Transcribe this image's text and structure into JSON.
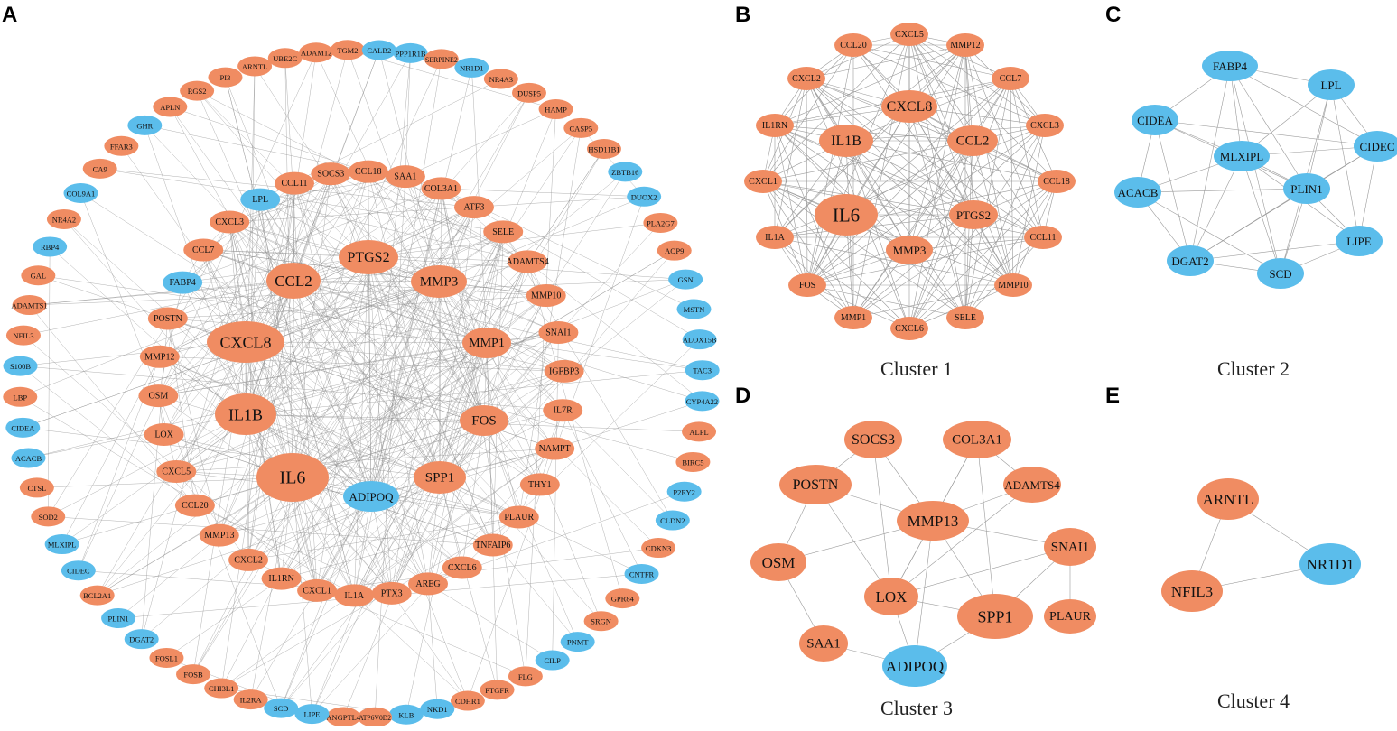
{
  "colors": {
    "up": "#F08C62",
    "down": "#5BBDEB",
    "edge": "#8C8C8C"
  },
  "panels": [
    {
      "letter": "A",
      "caption": ""
    },
    {
      "letter": "B",
      "caption": "Cluster 1"
    },
    {
      "letter": "C",
      "caption": "Cluster 2"
    },
    {
      "letter": "D",
      "caption": "Cluster 3"
    },
    {
      "letter": "E",
      "caption": "Cluster 4"
    }
  ],
  "network_a": {
    "outer_ring": [
      {
        "label": "TGM2",
        "type": "up"
      },
      {
        "label": "CALB2",
        "type": "down"
      },
      {
        "label": "PPP1R1B",
        "type": "down"
      },
      {
        "label": "SERPINE2",
        "type": "up"
      },
      {
        "label": "NR1D1",
        "type": "down"
      },
      {
        "label": "NR4A3",
        "type": "up"
      },
      {
        "label": "DUSP5",
        "type": "up"
      },
      {
        "label": "HAMP",
        "type": "up"
      },
      {
        "label": "CASP5",
        "type": "up"
      },
      {
        "label": "HSD11B1",
        "type": "up"
      },
      {
        "label": "ZBTB16",
        "type": "down"
      },
      {
        "label": "DUOX2",
        "type": "down"
      },
      {
        "label": "PLA2G7",
        "type": "up"
      },
      {
        "label": "AQP9",
        "type": "up"
      },
      {
        "label": "GSN",
        "type": "down"
      },
      {
        "label": "MSTN",
        "type": "down"
      },
      {
        "label": "ALOX15B",
        "type": "down"
      },
      {
        "label": "TAC3",
        "type": "down"
      },
      {
        "label": "CYP4A22",
        "type": "down"
      },
      {
        "label": "ALPL",
        "type": "up"
      },
      {
        "label": "BIRC5",
        "type": "up"
      },
      {
        "label": "P2RY2",
        "type": "down"
      },
      {
        "label": "CLDN2",
        "type": "down"
      },
      {
        "label": "CDKN3",
        "type": "up"
      },
      {
        "label": "CNTFR",
        "type": "down"
      },
      {
        "label": "GPR84",
        "type": "up"
      },
      {
        "label": "SRGN",
        "type": "up"
      },
      {
        "label": "PNMT",
        "type": "down"
      },
      {
        "label": "CILP",
        "type": "down"
      },
      {
        "label": "FLG",
        "type": "up"
      },
      {
        "label": "PTGFR",
        "type": "up"
      },
      {
        "label": "CDHR1",
        "type": "up"
      },
      {
        "label": "NKD1",
        "type": "down"
      },
      {
        "label": "KLB",
        "type": "down"
      },
      {
        "label": "ATP6V0D2",
        "type": "up"
      },
      {
        "label": "ANGPTL4",
        "type": "up"
      },
      {
        "label": "LIPE",
        "type": "down"
      },
      {
        "label": "SCD",
        "type": "down"
      },
      {
        "label": "IL2RA",
        "type": "up"
      },
      {
        "label": "CHI3L1",
        "type": "up"
      },
      {
        "label": "FOSB",
        "type": "up"
      },
      {
        "label": "FOSL1",
        "type": "up"
      },
      {
        "label": "DGAT2",
        "type": "down"
      },
      {
        "label": "PLIN1",
        "type": "down"
      },
      {
        "label": "BCL2A1",
        "type": "up"
      },
      {
        "label": "CIDEC",
        "type": "down"
      },
      {
        "label": "MLXIPL",
        "type": "down"
      },
      {
        "label": "SOD2",
        "type": "up"
      },
      {
        "label": "CTSL",
        "type": "up"
      },
      {
        "label": "ACACB",
        "type": "down"
      },
      {
        "label": "CIDEA",
        "type": "down"
      },
      {
        "label": "LBP",
        "type": "up"
      },
      {
        "label": "S100B",
        "type": "down"
      },
      {
        "label": "NFIL3",
        "type": "up"
      },
      {
        "label": "ADAMTS1",
        "type": "up"
      },
      {
        "label": "GAL",
        "type": "up"
      },
      {
        "label": "RBP4",
        "type": "down"
      },
      {
        "label": "NR4A2",
        "type": "up"
      },
      {
        "label": "COL9A1",
        "type": "down"
      },
      {
        "label": "CA9",
        "type": "up"
      },
      {
        "label": "FFAR3",
        "type": "up"
      },
      {
        "label": "GHR",
        "type": "down"
      },
      {
        "label": "APLN",
        "type": "up"
      },
      {
        "label": "RGS2",
        "type": "up"
      },
      {
        "label": "PI3",
        "type": "up"
      },
      {
        "label": "ARNTL",
        "type": "up"
      },
      {
        "label": "UBE2C",
        "type": "up"
      },
      {
        "label": "ADAM12",
        "type": "up"
      }
    ],
    "middle_ring": [
      {
        "label": "LPL",
        "type": "down"
      },
      {
        "label": "CCL11",
        "type": "up"
      },
      {
        "label": "SOCS3",
        "type": "up"
      },
      {
        "label": "CCL18",
        "type": "up"
      },
      {
        "label": "SAA1",
        "type": "up"
      },
      {
        "label": "COL3A1",
        "type": "up"
      },
      {
        "label": "ATF3",
        "type": "up"
      },
      {
        "label": "SELE",
        "type": "up"
      },
      {
        "label": "ADAMTS4",
        "type": "up"
      },
      {
        "label": "MMP10",
        "type": "up"
      },
      {
        "label": "SNAI1",
        "type": "up"
      },
      {
        "label": "IGFBP3",
        "type": "up"
      },
      {
        "label": "IL7R",
        "type": "up"
      },
      {
        "label": "NAMPT",
        "type": "up"
      },
      {
        "label": "THY1",
        "type": "up"
      },
      {
        "label": "PLAUR",
        "type": "up"
      },
      {
        "label": "TNFAIP6",
        "type": "up"
      },
      {
        "label": "CXCL6",
        "type": "up"
      },
      {
        "label": "AREG",
        "type": "up"
      },
      {
        "label": "PTX3",
        "type": "up"
      },
      {
        "label": "IL1A",
        "type": "up"
      },
      {
        "label": "CXCL1",
        "type": "up"
      },
      {
        "label": "IL1RN",
        "type": "up"
      },
      {
        "label": "CXCL2",
        "type": "up"
      },
      {
        "label": "MMP13",
        "type": "up"
      },
      {
        "label": "CCL20",
        "type": "up"
      },
      {
        "label": "CXCL5",
        "type": "up"
      },
      {
        "label": "LOX",
        "type": "up"
      },
      {
        "label": "OSM",
        "type": "up"
      },
      {
        "label": "MMP12",
        "type": "up"
      },
      {
        "label": "POSTN",
        "type": "up"
      },
      {
        "label": "FABP4",
        "type": "down"
      },
      {
        "label": "CCL7",
        "type": "up"
      },
      {
        "label": "CXCL3",
        "type": "up"
      }
    ],
    "inner_nodes": [
      {
        "label": "PTGS2",
        "type": "up"
      },
      {
        "label": "CCL2",
        "type": "up"
      },
      {
        "label": "MMP3",
        "type": "up"
      },
      {
        "label": "CXCL8",
        "type": "up"
      },
      {
        "label": "MMP1",
        "type": "up"
      },
      {
        "label": "IL1B",
        "type": "up"
      },
      {
        "label": "FOS",
        "type": "up"
      },
      {
        "label": "SPP1",
        "type": "up"
      },
      {
        "label": "IL6",
        "type": "up"
      },
      {
        "label": "ADIPOQ",
        "type": "down"
      }
    ]
  },
  "cluster1": {
    "nodes": [
      {
        "label": "CXCL5",
        "type": "up"
      },
      {
        "label": "MMP12",
        "type": "up"
      },
      {
        "label": "CCL7",
        "type": "up"
      },
      {
        "label": "CXCL3",
        "type": "up"
      },
      {
        "label": "CCL18",
        "type": "up"
      },
      {
        "label": "CCL11",
        "type": "up"
      },
      {
        "label": "MMP10",
        "type": "up"
      },
      {
        "label": "SELE",
        "type": "up"
      },
      {
        "label": "CXCL6",
        "type": "up"
      },
      {
        "label": "MMP1",
        "type": "up"
      },
      {
        "label": "FOS",
        "type": "up"
      },
      {
        "label": "IL1A",
        "type": "up"
      },
      {
        "label": "CXCL1",
        "type": "up"
      },
      {
        "label": "IL1RN",
        "type": "up"
      },
      {
        "label": "CXCL2",
        "type": "up"
      },
      {
        "label": "CCL20",
        "type": "up"
      },
      {
        "label": "CXCL8",
        "type": "up"
      },
      {
        "label": "CCL2",
        "type": "up"
      },
      {
        "label": "PTGS2",
        "type": "up"
      },
      {
        "label": "MMP3",
        "type": "up"
      },
      {
        "label": "IL6",
        "type": "up"
      },
      {
        "label": "IL1B",
        "type": "up"
      }
    ]
  },
  "cluster2": {
    "nodes": [
      {
        "label": "FABP4",
        "type": "down"
      },
      {
        "label": "LPL",
        "type": "down"
      },
      {
        "label": "CIDEA",
        "type": "down"
      },
      {
        "label": "CIDEC",
        "type": "down"
      },
      {
        "label": "MLXIPL",
        "type": "down"
      },
      {
        "label": "ACACB",
        "type": "down"
      },
      {
        "label": "PLIN1",
        "type": "down"
      },
      {
        "label": "LIPE",
        "type": "down"
      },
      {
        "label": "DGAT2",
        "type": "down"
      },
      {
        "label": "SCD",
        "type": "down"
      }
    ]
  },
  "cluster3": {
    "nodes": [
      {
        "label": "SOCS3",
        "type": "up"
      },
      {
        "label": "COL3A1",
        "type": "up"
      },
      {
        "label": "POSTN",
        "type": "up"
      },
      {
        "label": "ADAMTS4",
        "type": "up"
      },
      {
        "label": "MMP13",
        "type": "up"
      },
      {
        "label": "SNAI1",
        "type": "up"
      },
      {
        "label": "OSM",
        "type": "up"
      },
      {
        "label": "LOX",
        "type": "up"
      },
      {
        "label": "SPP1",
        "type": "up"
      },
      {
        "label": "PLAUR",
        "type": "up"
      },
      {
        "label": "SAA1",
        "type": "up"
      },
      {
        "label": "ADIPOQ",
        "type": "down"
      }
    ],
    "edges": [
      [
        "SOCS3",
        "POSTN"
      ],
      [
        "SOCS3",
        "MMP13"
      ],
      [
        "SOCS3",
        "LOX"
      ],
      [
        "COL3A1",
        "MMP13"
      ],
      [
        "COL3A1",
        "LOX"
      ],
      [
        "COL3A1",
        "SPP1"
      ],
      [
        "COL3A1",
        "ADAMTS4"
      ],
      [
        "POSTN",
        "MMP13"
      ],
      [
        "POSTN",
        "LOX"
      ],
      [
        "POSTN",
        "OSM"
      ],
      [
        "ADAMTS4",
        "MMP13"
      ],
      [
        "ADAMTS4",
        "LOX"
      ],
      [
        "MMP13",
        "SNAI1"
      ],
      [
        "MMP13",
        "LOX"
      ],
      [
        "MMP13",
        "SPP1"
      ],
      [
        "MMP13",
        "OSM"
      ],
      [
        "MMP13",
        "ADIPOQ"
      ],
      [
        "SNAI1",
        "LOX"
      ],
      [
        "SNAI1",
        "SPP1"
      ],
      [
        "SNAI1",
        "PLAUR"
      ],
      [
        "OSM",
        "SAA1"
      ],
      [
        "LOX",
        "SPP1"
      ],
      [
        "LOX",
        "ADIPOQ"
      ],
      [
        "SPP1",
        "ADIPOQ"
      ],
      [
        "SAA1",
        "ADIPOQ"
      ]
    ]
  },
  "cluster4": {
    "nodes": [
      {
        "label": "ARNTL",
        "type": "up"
      },
      {
        "label": "NR1D1",
        "type": "down"
      },
      {
        "label": "NFIL3",
        "type": "up"
      }
    ],
    "edges": [
      [
        "ARNTL",
        "NR1D1"
      ],
      [
        "ARNTL",
        "NFIL3"
      ],
      [
        "NFIL3",
        "NR1D1"
      ]
    ]
  }
}
